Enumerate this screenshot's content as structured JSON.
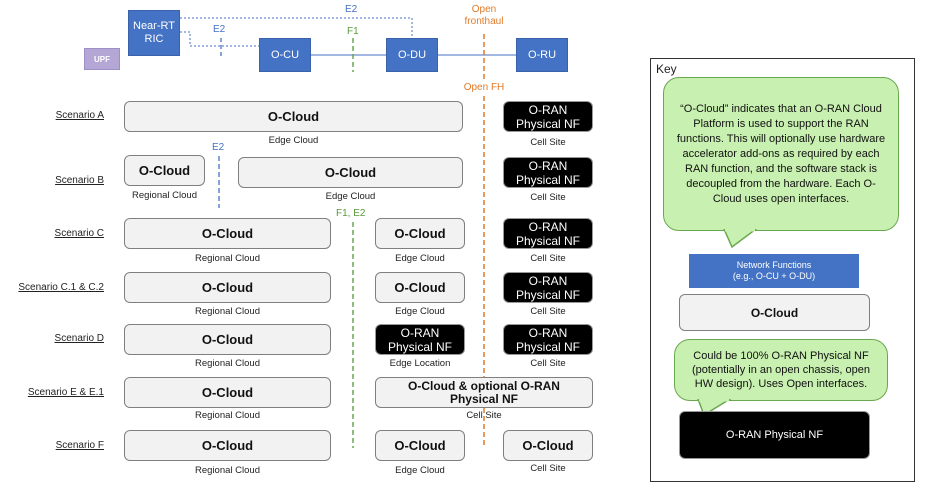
{
  "top": {
    "near_rt_ric": "Near-RT\nRIC",
    "upf": "UPF",
    "ocu": "O-CU",
    "odu": "O-DU",
    "oru": "O-RU",
    "e2_top": "E2",
    "e2_left": "E2",
    "f1": "F1",
    "open_fronthaul": "Open\nfronthaul",
    "open_fh": "Open FH"
  },
  "interfaces": {
    "e2_mid": "E2",
    "f1_e2": "F1, E2"
  },
  "scenarios": [
    {
      "label": "Scenario A",
      "boxes": [
        {
          "text": "O-Cloud",
          "caption": "Edge Cloud",
          "kind": "cloud"
        },
        {
          "text": "O-RAN\nPhysical NF",
          "caption": "Cell Site",
          "kind": "nf"
        }
      ]
    },
    {
      "label": "Scenario B",
      "boxes": [
        {
          "text": "O-Cloud",
          "caption": "Regional Cloud",
          "kind": "cloud"
        },
        {
          "text": "O-Cloud",
          "caption": "Edge Cloud",
          "kind": "cloud"
        },
        {
          "text": "O-RAN\nPhysical NF",
          "caption": "Cell Site",
          "kind": "nf"
        }
      ]
    },
    {
      "label": "Scenario C",
      "boxes": [
        {
          "text": "O-Cloud",
          "caption": "Regional Cloud",
          "kind": "cloud"
        },
        {
          "text": "O-Cloud",
          "caption": "Edge Cloud",
          "kind": "cloud"
        },
        {
          "text": "O-RAN\nPhysical NF",
          "caption": "Cell Site",
          "kind": "nf"
        }
      ]
    },
    {
      "label": "Scenario C.1 &  C.2",
      "boxes": [
        {
          "text": "O-Cloud",
          "caption": "Regional Cloud",
          "kind": "cloud"
        },
        {
          "text": "O-Cloud",
          "caption": "Edge Cloud",
          "kind": "cloud"
        },
        {
          "text": "O-RAN\nPhysical NF",
          "caption": "Cell Site",
          "kind": "nf"
        }
      ]
    },
    {
      "label": "Scenario D",
      "boxes": [
        {
          "text": "O-Cloud",
          "caption": "Regional Cloud",
          "kind": "cloud"
        },
        {
          "text": "O-RAN\nPhysical NF",
          "caption": "Edge Location",
          "kind": "nf"
        },
        {
          "text": "O-RAN\nPhysical NF",
          "caption": "Cell Site",
          "kind": "nf"
        }
      ]
    },
    {
      "label": "Scenario E & E.1",
      "boxes": [
        {
          "text": "O-Cloud",
          "caption": "Regional Cloud",
          "kind": "cloud"
        },
        {
          "text": "O-Cloud & optional O-RAN\nPhysical NF",
          "caption": "Cell Site",
          "kind": "cloud"
        }
      ]
    },
    {
      "label": "Scenario F",
      "boxes": [
        {
          "text": "O-Cloud",
          "caption": "Regional Cloud",
          "kind": "cloud"
        },
        {
          "text": "O-Cloud",
          "caption": "Edge Cloud",
          "kind": "cloud"
        },
        {
          "text": "O-Cloud",
          "caption": "Cell Site",
          "kind": "cloud"
        }
      ]
    }
  ],
  "key": {
    "title": "Key",
    "ocloud_bubble": "“O-Cloud” indicates that an O-RAN Cloud Platform is used to support the RAN functions. This will optionally use hardware accelerator add-ons as required by each RAN function, and the software stack is decoupled from the hardware. Each O-Cloud uses open interfaces.",
    "nf_box": "Network Functions\n(e.g., O-CU + O-DU)",
    "ocloud_box": "O-Cloud",
    "nf_bubble": "Could be 100% O-RAN Physical NF (potentially in an open chassis, open HW design). Uses Open interfaces.",
    "physical_nf_box": "O-RAN Physical NF"
  },
  "colors": {
    "blue": "#4472c4",
    "orange": "#e07b2a",
    "green": "#6aa84f",
    "bubble": "#c8f0b0",
    "cloud": "#f2f2f2",
    "upf": "#b4a7d6"
  }
}
